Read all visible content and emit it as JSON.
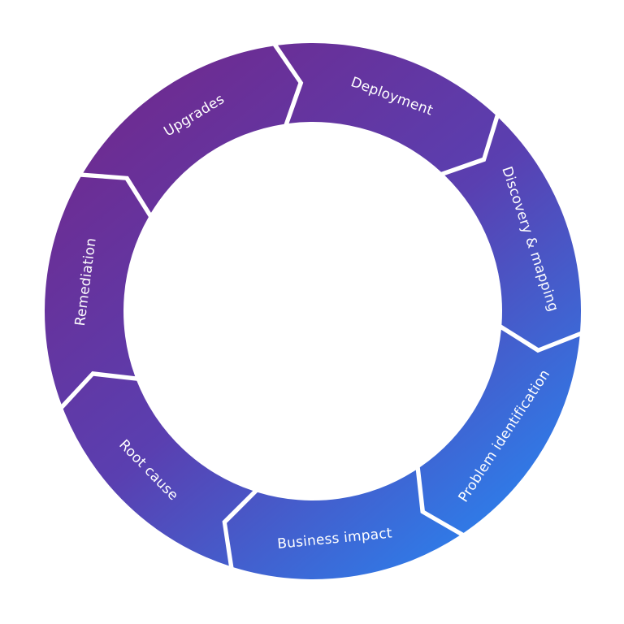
{
  "diagram": {
    "stages": [
      {
        "label": "Deployment"
      },
      {
        "label": "Discovery & mapping"
      },
      {
        "label": "Problem identification"
      },
      {
        "label": "Business impact"
      },
      {
        "label": "Root cause"
      },
      {
        "label": "Remediation"
      },
      {
        "label": "Upgrades"
      }
    ],
    "colors": {
      "purple": "#6f2a8f",
      "violet": "#5a3fb0",
      "blue": "#2a82ee"
    }
  }
}
